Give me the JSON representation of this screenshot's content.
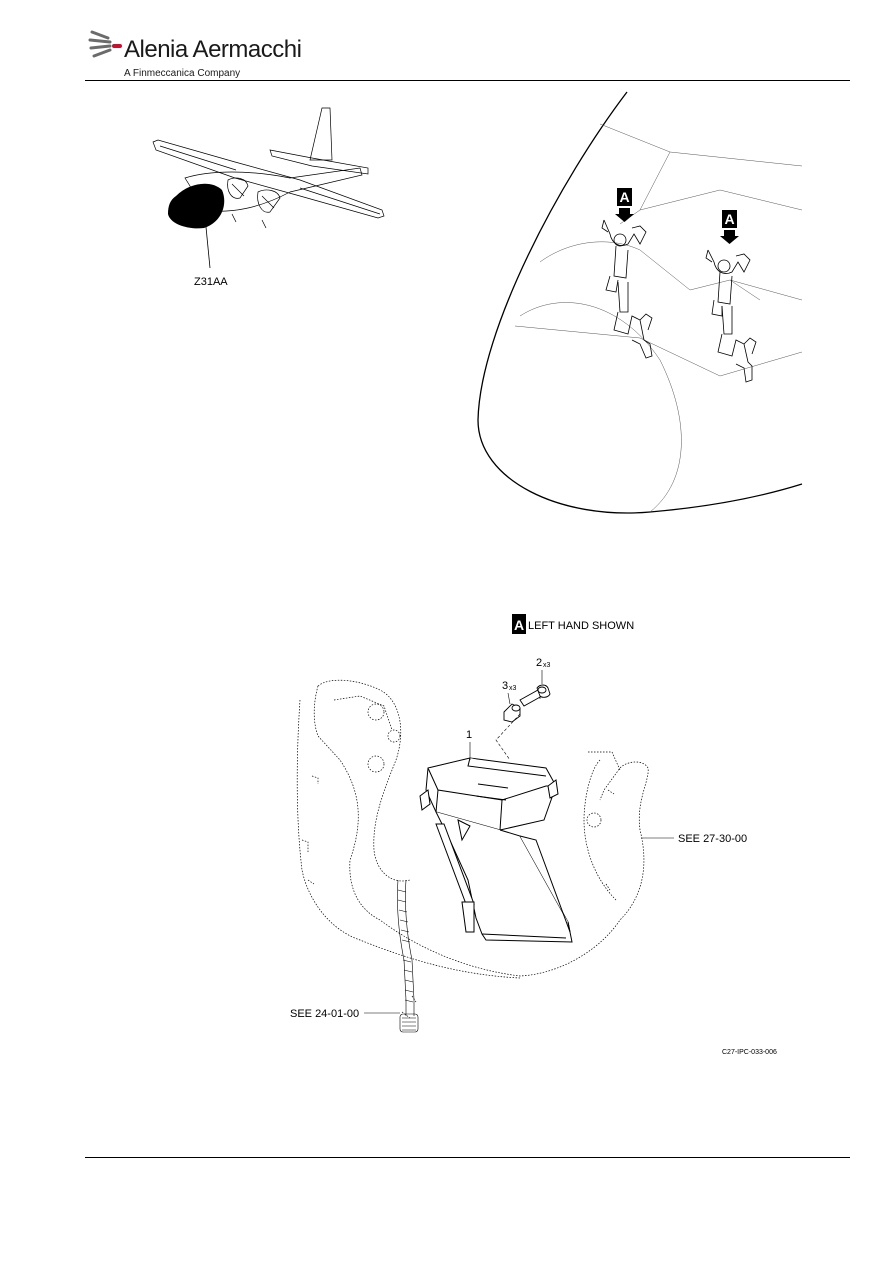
{
  "header": {
    "company_name": "Alenia Aermacchi",
    "company_subtitle": "A Finmeccanica Company"
  },
  "figure": {
    "zone_label": "Z31AA",
    "view_marker": "A",
    "view_caption": "LEFT HAND SHOWN",
    "item_1": "1",
    "item_2": "2",
    "item_2_qty": "x3",
    "item_3": "3",
    "item_3_qty": "x3",
    "ref_right": "SEE 27-30-00",
    "ref_bottom": "SEE 24-01-00",
    "figure_code": "C27-IPC-033-006"
  },
  "colors": {
    "rule": "#000000",
    "logo_accent": "#c8102e",
    "logo_gray": "#6b6b6b"
  }
}
